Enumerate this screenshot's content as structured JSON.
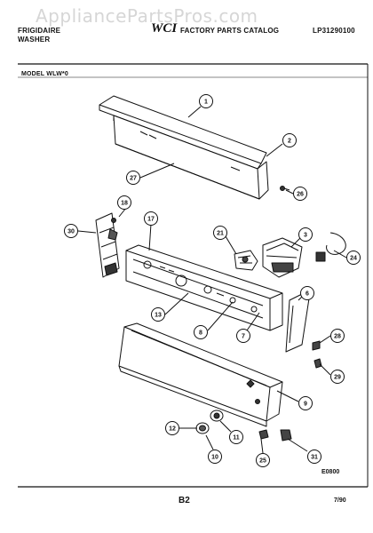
{
  "watermark": "AppliancePartsPros.com",
  "header": {
    "brand_line1": "FRIGIDAIRE",
    "brand_line2": "WASHER",
    "logo_text": "WCI",
    "catalog_title": "FACTORY PARTS CATALOG",
    "catalog_number": "LP31290100"
  },
  "model_label": "MODEL WLW*0",
  "diagram_code": "E0800",
  "footer": {
    "page": "B2",
    "date": "7/90"
  },
  "callouts": [
    "1",
    "2",
    "27",
    "26",
    "18",
    "17",
    "30",
    "21",
    "3",
    "24",
    "6",
    "13",
    "8",
    "7",
    "28",
    "29",
    "9",
    "12",
    "11",
    "10",
    "25",
    "31"
  ]
}
